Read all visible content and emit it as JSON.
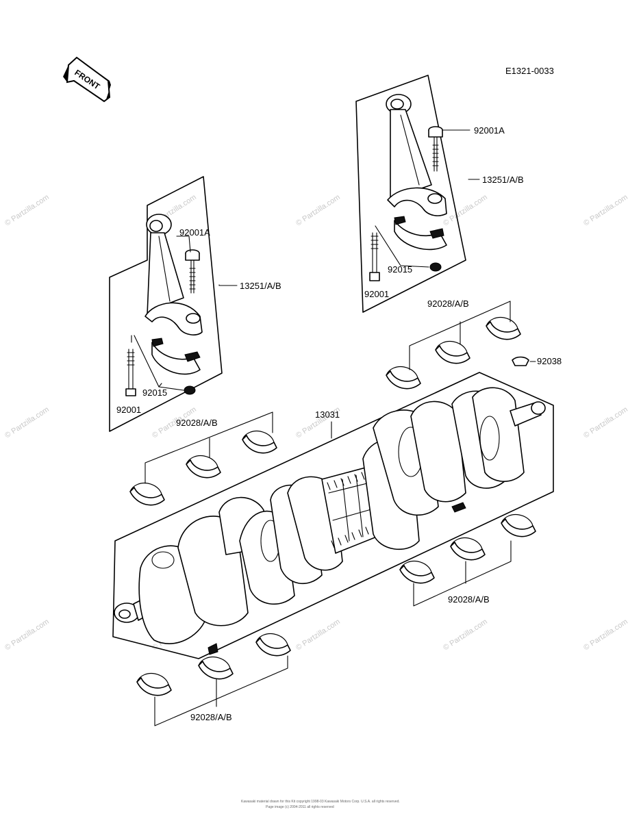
{
  "diagram": {
    "code": "E1321-0033",
    "front_badge": "FRONT",
    "watermark": "© Partzilla.com",
    "footer_line1": "Kawasaki material drawn for this Kit copyright 1998-03 Kawasaki Motors Corp. U.S.A. all rights reserved.",
    "footer_line2": "Page image (c) 2004-2011 all rights reserved",
    "labels": {
      "conrod_left_bolt_a": "92001A",
      "conrod_left_rod": "13251/A/B",
      "conrod_left_nut": "92015",
      "conrod_left_bolt": "92001",
      "conrod_right_bolt_a": "92001A",
      "conrod_right_rod": "13251/A/B",
      "conrod_right_nut": "92015",
      "conrod_right_bolt": "92001",
      "bearing_top_right": "92028/A/B",
      "key": "92038",
      "bearing_left_mid": "92028/A/B",
      "crankshaft": "13031",
      "bearing_bottom_right": "92028/A/B",
      "bearing_bottom_left": "92028/A/B"
    }
  }
}
